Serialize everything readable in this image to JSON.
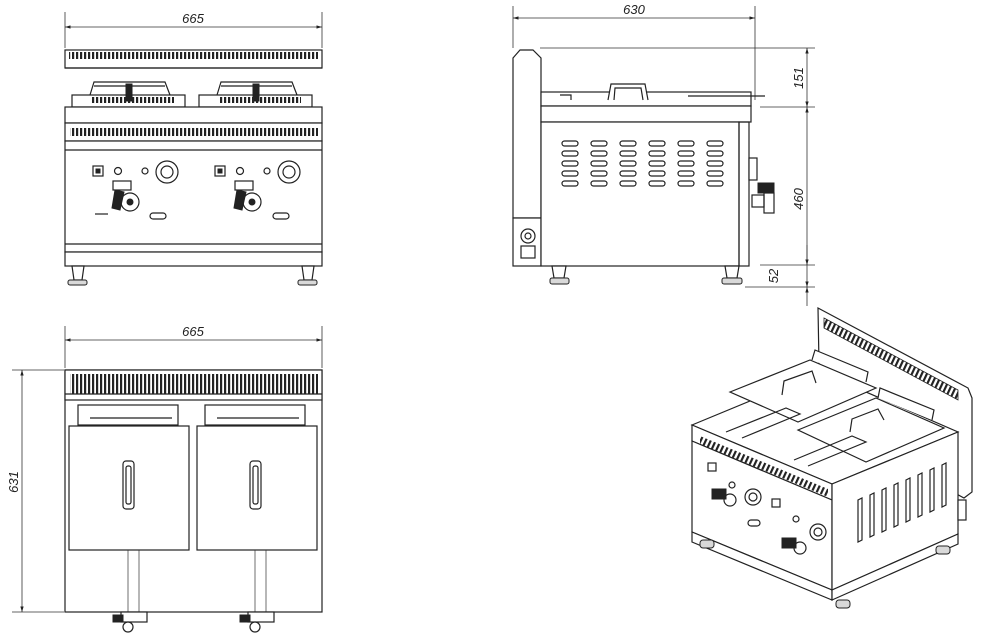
{
  "dimensions": {
    "front_width": "665",
    "side_depth": "630",
    "side_top_height": "151",
    "side_body_height": "460",
    "side_leg_height": "52",
    "top_width": "665",
    "top_depth": "631"
  }
}
